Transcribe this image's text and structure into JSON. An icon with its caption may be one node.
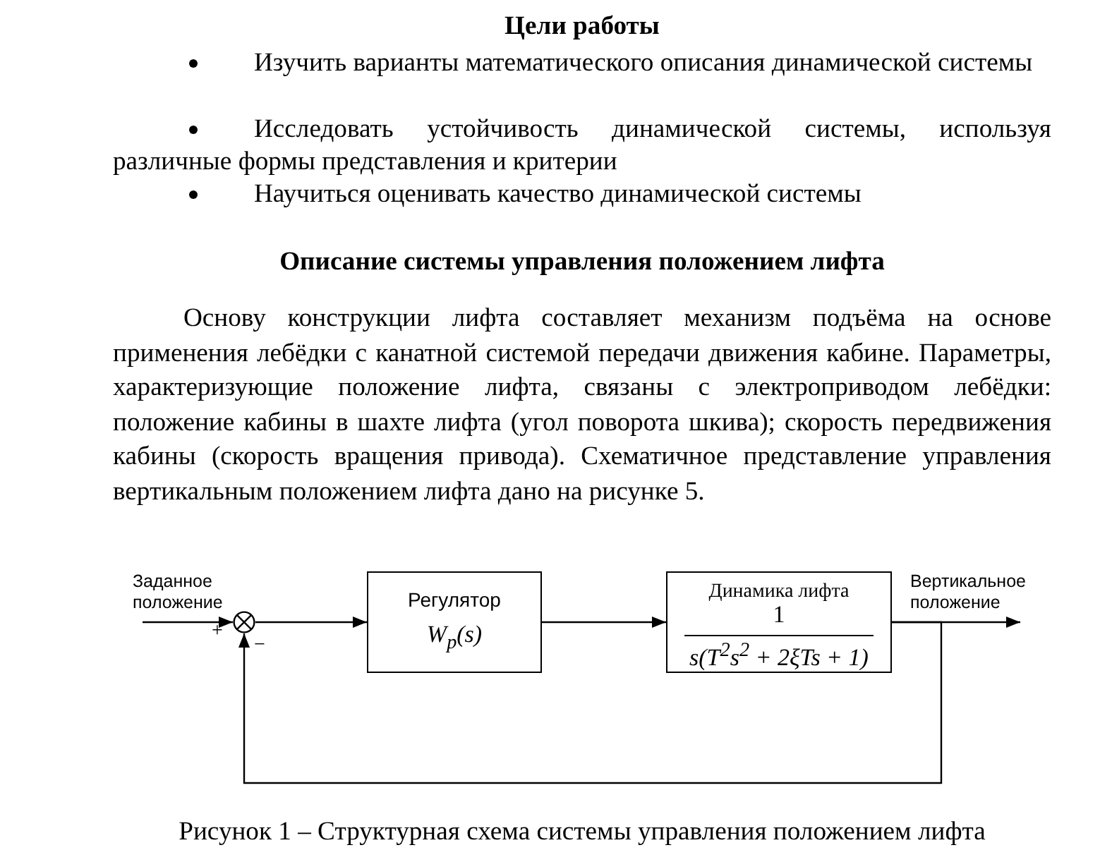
{
  "diagram": {
    "title": "Цели работы",
    "caption": "Рисунок 1 – Структурная схема системы управления положением лифта",
    "nodes": [
      {
        "text": [
          "Заданное положение"
        ]
      },
      {
        "text": [],
        "shape": "circle"
      },
      {
        "text": [
          "Регулятор",
          "W$_{p}$(s)"
        ]
      },
      {
        "text": [
          "Динамика лифта",
          "1",
          "s(T$^{2}$s$^{2}$ + 2ξTs + 1)"
        ]
      },
      {
        "text": [
          "Вертикальное положение"
        ]
      }
    ],
    "edges": [
      {
        "from": 0,
        "to": 1,
        "arrow": "to"
      },
      {
        "from": 1,
        "to": 2,
        "arrow": "to"
      },
      {
        "from": 2,
        "to": 3,
        "arrow": "to"
      },
      {
        "from": 3,
        "to": 4,
        "arrow": "to"
      },
      {
        "from": 3,
        "to": 1,
        "arrow": "to"
      }
    ],
    "labels": [
      "Изучить варианты математического описания динамической системы",
      "Исследовать устойчивость динамической системы, используя различные формы представления и критерии",
      "Научиться оценивать качество динамической системы",
      "Описание системы управления положением лифта",
      "Основу конструкции лифта составляет механизм подъёма на основе применения лебёдки с канатной системой передачи движения кабине. Параметры, характеризующие положение лифта, связаны с электроприводом лебёдки: положение кабины в шахте лифта (угол поворота шкива); скорость передвижения кабины (скорость вращения привода). Схематичное представление управления вертикальным положением лифта дано на рисунке 5.",
      "+",
      "−"
    ]
  }
}
